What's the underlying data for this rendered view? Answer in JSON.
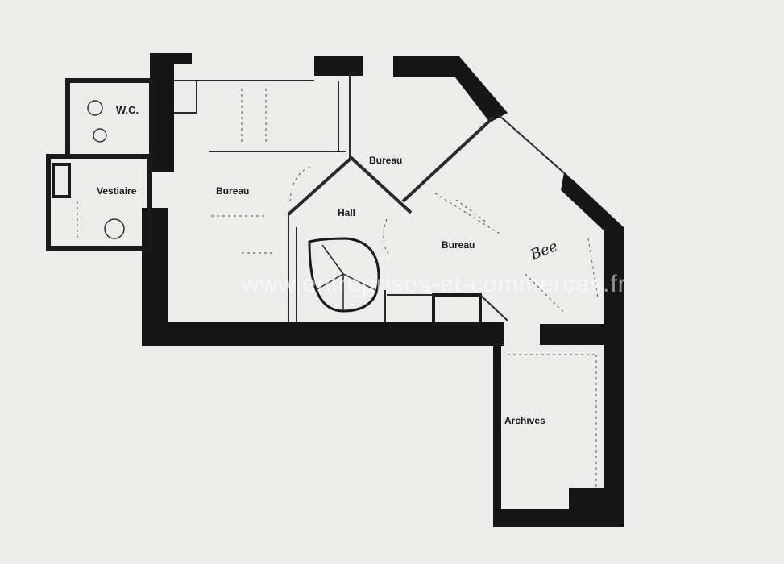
{
  "rooms": {
    "wc": "W.C.",
    "vestiaire": "Vestiaire",
    "bureau_left": "Bureau",
    "bureau_top": "Bureau",
    "hall": "Hall",
    "bureau_right": "Bureau",
    "archives": "Archives"
  },
  "annotation": "Bee",
  "watermark": "www.entreprises-et-commerces.fr",
  "colors": {
    "wall": "#161616",
    "paper": "#ececea"
  }
}
